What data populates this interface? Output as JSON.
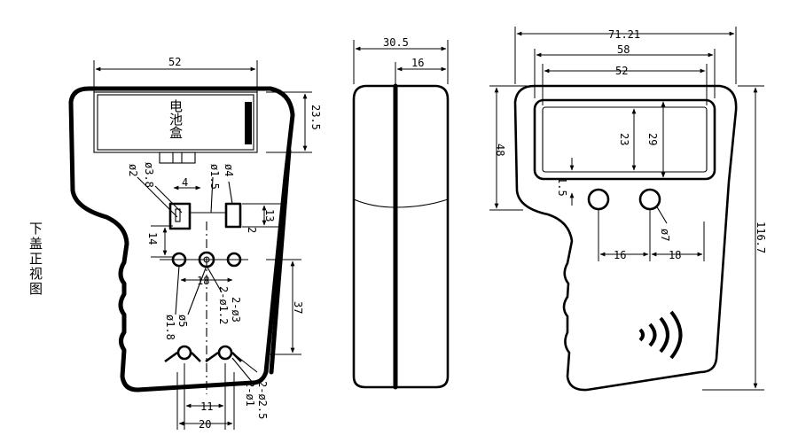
{
  "views": {
    "front_view_title": "下盖正视图",
    "battery_box_label": "电池盒"
  },
  "front_dims": {
    "w52": "52",
    "h23_5": "23.5",
    "d3_8": "ø3.8",
    "d2": "ø2",
    "d1_5": "ø1.5",
    "d4": "ø4",
    "w4": "4",
    "h13": "13",
    "h2": "2",
    "h14": "14",
    "w18": "18",
    "d5": "ø5",
    "d1_8": "ø1.8",
    "d2x1_2": "2-ø1.2",
    "d2x3": "2-ø3",
    "h37": "37",
    "w11": "11",
    "w20": "20",
    "d2x2_5": "2-ø2.5",
    "d2x1": "2-ø1"
  },
  "side_dims": {
    "w30_5": "30.5",
    "w16": "16"
  },
  "back_dims": {
    "w71_21": "71.21",
    "w58": "58",
    "w52": "52",
    "h48": "48",
    "h23": "23",
    "h29": "29",
    "h1_5": "1.5",
    "d7": "ø7",
    "w16": "16",
    "w18": "18",
    "h116_7": "116.7"
  },
  "icons": {
    "nfc": "nfc-wave-icon"
  }
}
